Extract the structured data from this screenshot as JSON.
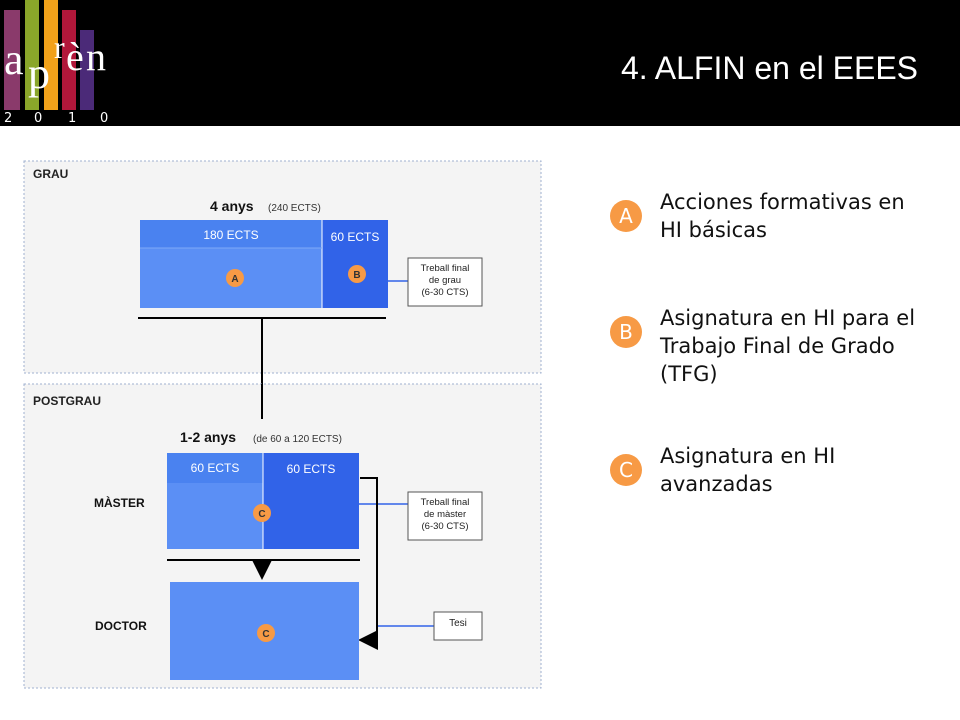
{
  "header": {
    "title": "4. ALFIN en el EEES",
    "logo": {
      "word": "aprèn",
      "year_digits": [
        "2",
        "0",
        "1",
        "0"
      ]
    }
  },
  "diagram": {
    "grau": {
      "section_label": "GRAU",
      "duration": "4 anys",
      "duration_note": "(240 ECTS)",
      "block_left_label": "180 ECTS",
      "block_right_label": "60 ECTS",
      "marker_left": "A",
      "marker_right": "B",
      "final_work": [
        "Treball final",
        "de grau",
        "(6-30 CTS)"
      ]
    },
    "postgrau": {
      "section_label": "POSTGRAU",
      "duration": "1-2 anys",
      "duration_note": "(de 60 a 120 ECTS)",
      "block_left_label": "60 ECTS",
      "block_right_label": "60 ECTS",
      "master_label": "MÀSTER",
      "doctor_label": "DOCTOR",
      "marker_master": "C",
      "marker_doctor": "C",
      "final_work": [
        "Treball final",
        "de màster",
        "(6-30 CTS)"
      ],
      "thesis": "Tesi"
    },
    "colors": {
      "light_block": "#5b8ff5",
      "dark_block": "#3163e8",
      "marker": "#f79a45",
      "border": "#9fb0cf"
    }
  },
  "legend": [
    {
      "letter": "A",
      "lines": [
        "Acciones formativas en",
        "HI básicas"
      ]
    },
    {
      "letter": "B",
      "lines": [
        "Asignatura en HI para el",
        "Trabajo Final de Grado",
        "(TFG)"
      ]
    },
    {
      "letter": "C",
      "lines": [
        "Asignatura en HI",
        "avanzadas"
      ]
    }
  ]
}
